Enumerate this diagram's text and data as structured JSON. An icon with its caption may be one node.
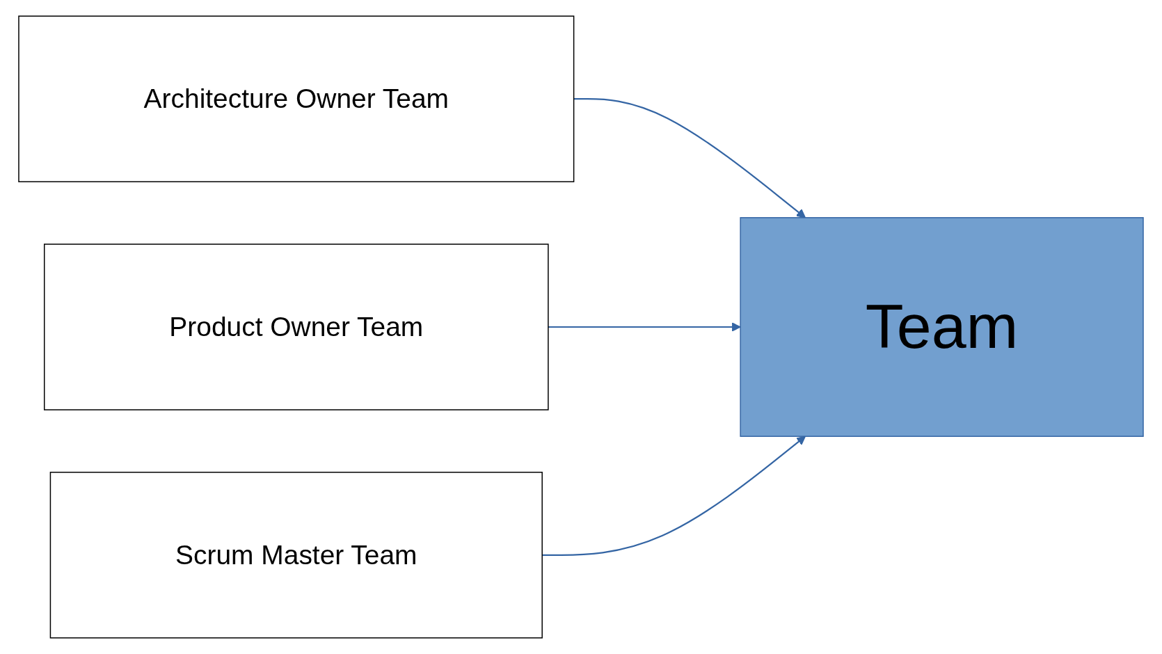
{
  "diagram": {
    "nodes": [
      {
        "text": [
          "Architecture Owner Team"
        ]
      },
      {
        "text": [
          "Product Owner Team"
        ]
      },
      {
        "text": [
          "Scrum Master Team"
        ]
      },
      {
        "text": [
          "Team"
        ]
      }
    ],
    "edges": [
      {
        "from": 0,
        "to": 3,
        "arrow": "to"
      },
      {
        "from": 1,
        "to": 3,
        "arrow": "to"
      },
      {
        "from": 2,
        "to": 3,
        "arrow": "to"
      }
    ]
  }
}
